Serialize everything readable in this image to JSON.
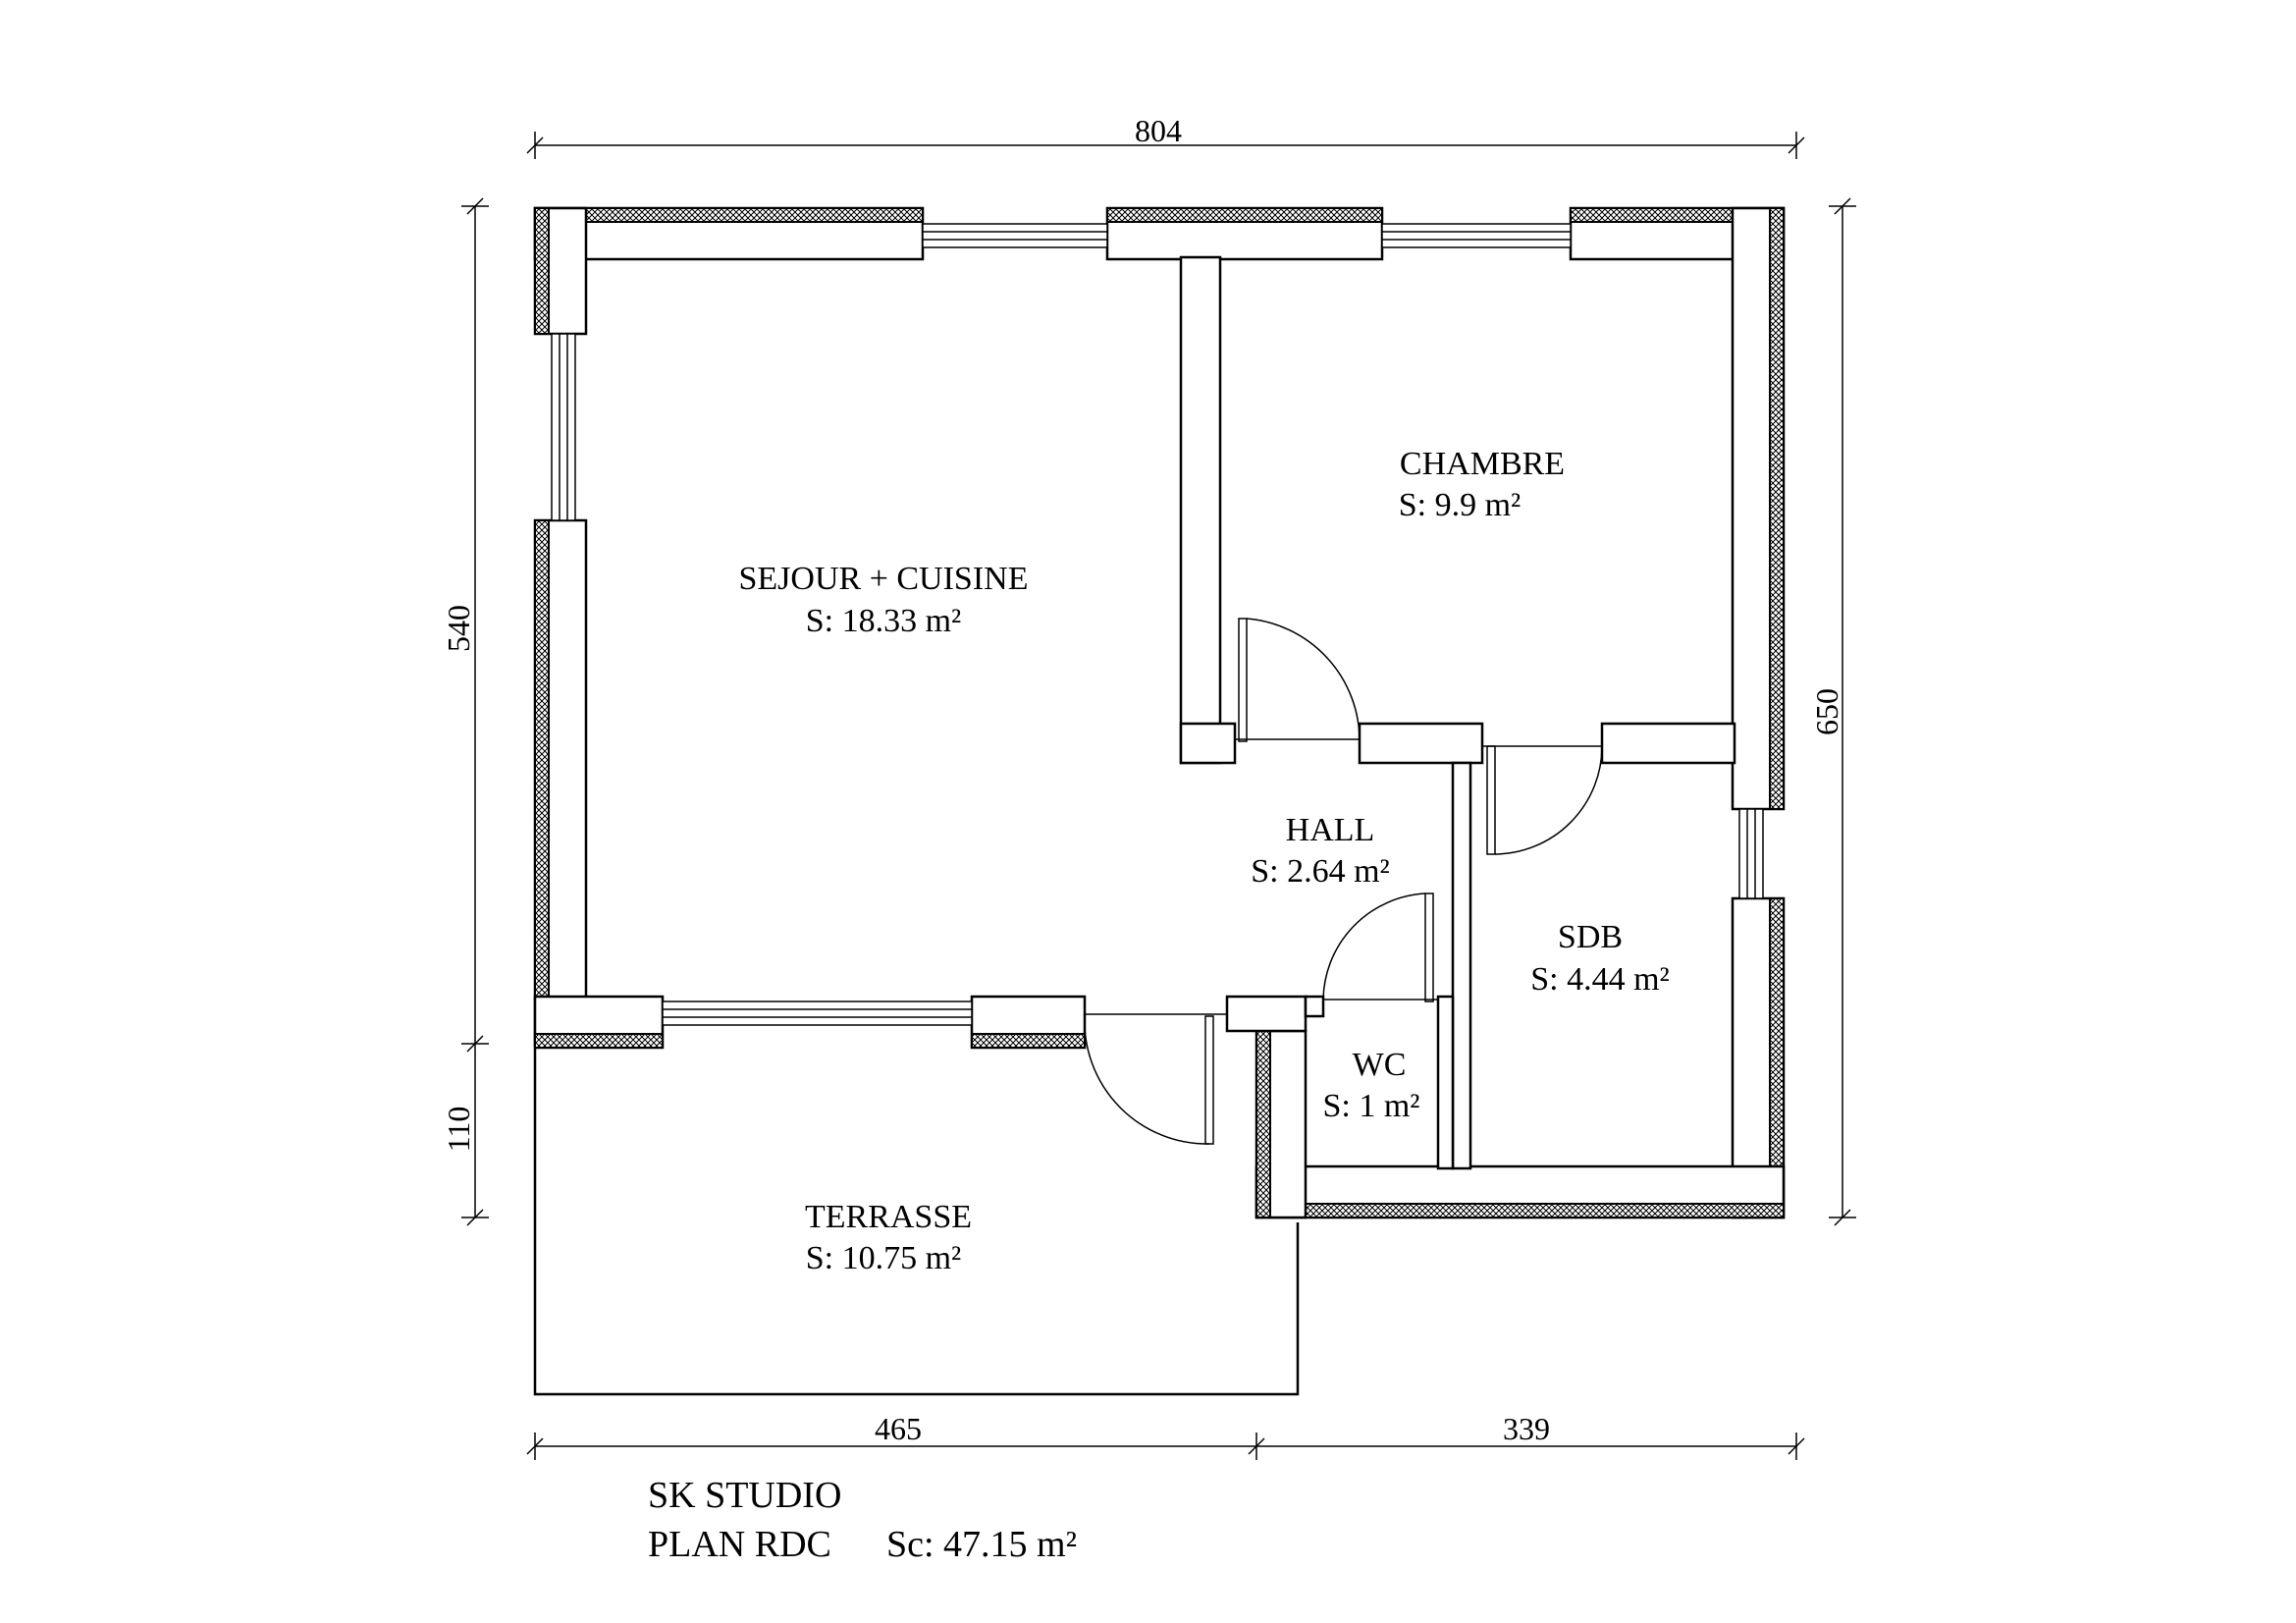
{
  "dimensions": {
    "top_total": "804",
    "left_main": "540",
    "left_terrace": "110",
    "right_total": "650",
    "bottom_left": "465",
    "bottom_right": "339"
  },
  "rooms": {
    "sejour": {
      "name": "SEJOUR + CUISINE",
      "area": "S: 18.33 m²"
    },
    "chambre": {
      "name": "CHAMBRE",
      "area": "S: 9.9 m²"
    },
    "hall": {
      "name": "HALL",
      "area": "S: 2.64 m²"
    },
    "sdb": {
      "name": "SDB",
      "area": "S: 4.44 m²"
    },
    "wc": {
      "name": "WC",
      "area": "S: 1 m²"
    },
    "terrasse": {
      "name": "TERRASSE",
      "area": "S: 10.75 m²"
    }
  },
  "title": {
    "line1": "SK STUDIO",
    "line2_left": "PLAN RDC",
    "line2_right": "Sc: 47.15 m²"
  }
}
